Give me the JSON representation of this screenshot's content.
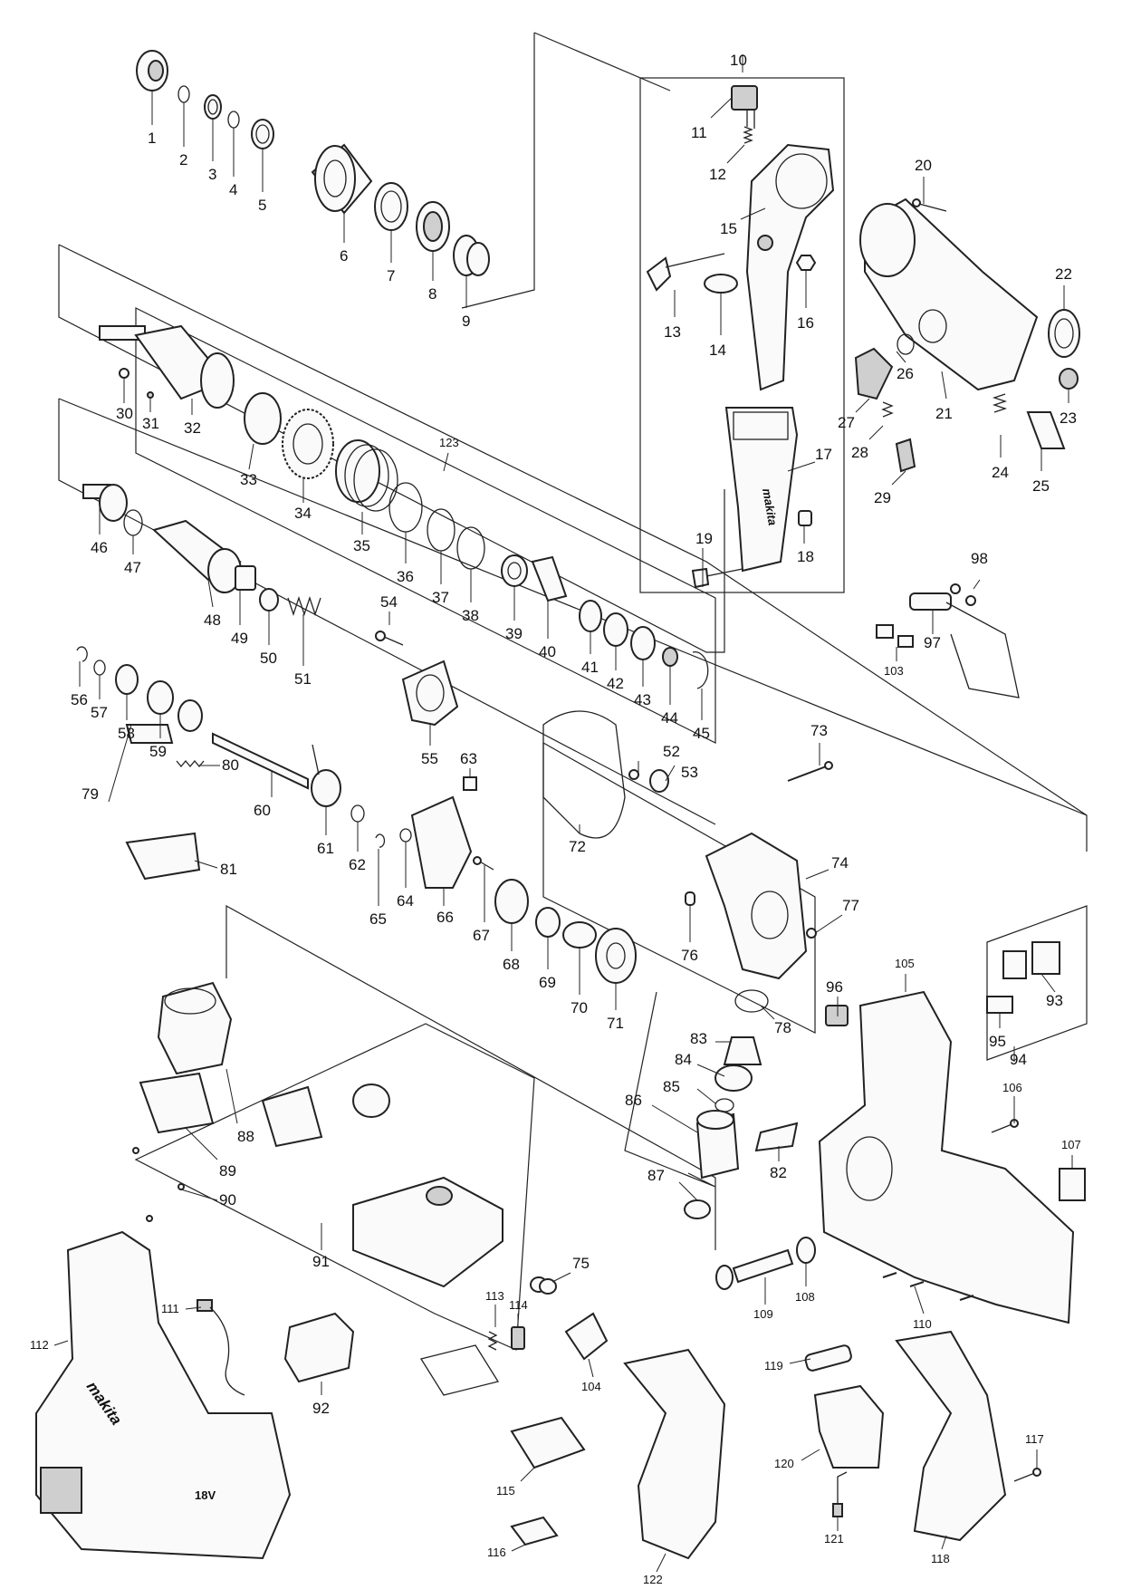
{
  "labels": {
    "p1": "1",
    "p2": "2",
    "p3": "3",
    "p4": "4",
    "p5": "5",
    "p6": "6",
    "p7": "7",
    "p8": "8",
    "p9": "9",
    "p10": "10",
    "p11": "11",
    "p12": "12",
    "p13": "13",
    "p14": "14",
    "p15": "15",
    "p16": "16",
    "p17": "17",
    "p18": "18",
    "p19": "19",
    "p20": "20",
    "p21": "21",
    "p22": "22",
    "p23": "23",
    "p24": "24",
    "p25": "25",
    "p26": "26",
    "p27": "27",
    "p28": "28",
    "p29": "29",
    "p30": "30",
    "p31": "31",
    "p32": "32",
    "p33": "33",
    "p34": "34",
    "p35": "35",
    "p36": "36",
    "p37": "37",
    "p38": "38",
    "p39": "39",
    "p40": "40",
    "p41": "41",
    "p42": "42",
    "p43": "43",
    "p44": "44",
    "p45": "45",
    "p46": "46",
    "p47": "47",
    "p48": "48",
    "p49": "49",
    "p50": "50",
    "p51": "51",
    "p52": "52",
    "p53": "53",
    "p54": "54",
    "p55": "55",
    "p56": "56",
    "p57": "57",
    "p58": "58",
    "p59": "59",
    "p60": "60",
    "p61": "61",
    "p62": "62",
    "p63": "63",
    "p64": "64",
    "p65": "65",
    "p66": "66",
    "p67": "67",
    "p68": "68",
    "p69": "69",
    "p70": "70",
    "p71": "71",
    "p72": "72",
    "p73": "73",
    "p74": "74",
    "p75": "75",
    "p76": "76",
    "p77": "77",
    "p78": "78",
    "p79": "79",
    "p80": "80",
    "p81": "81",
    "p82": "82",
    "p83": "83",
    "p84": "84",
    "p85": "85",
    "p86": "86",
    "p87": "87",
    "p88": "88",
    "p89": "89",
    "p90": "90",
    "p91": "91",
    "p92": "92",
    "p93": "93",
    "p94": "94",
    "p95": "95",
    "p96": "96",
    "p97": "97",
    "p98": "98",
    "p103": "103",
    "p104": "104",
    "p105": "105",
    "p106": "106",
    "p107": "107",
    "p108": "108",
    "p109": "109",
    "p110": "110",
    "p111": "111",
    "p112": "112",
    "p113": "113",
    "p114": "114",
    "p115": "115",
    "p116": "116",
    "p117": "117",
    "p118": "118",
    "p119": "119",
    "p120": "120",
    "p121": "121",
    "p122": "122",
    "p123": "123"
  },
  "branding": {
    "handle_logo": "makita",
    "housing_logo": "makita",
    "voltage_mark": "18V"
  }
}
